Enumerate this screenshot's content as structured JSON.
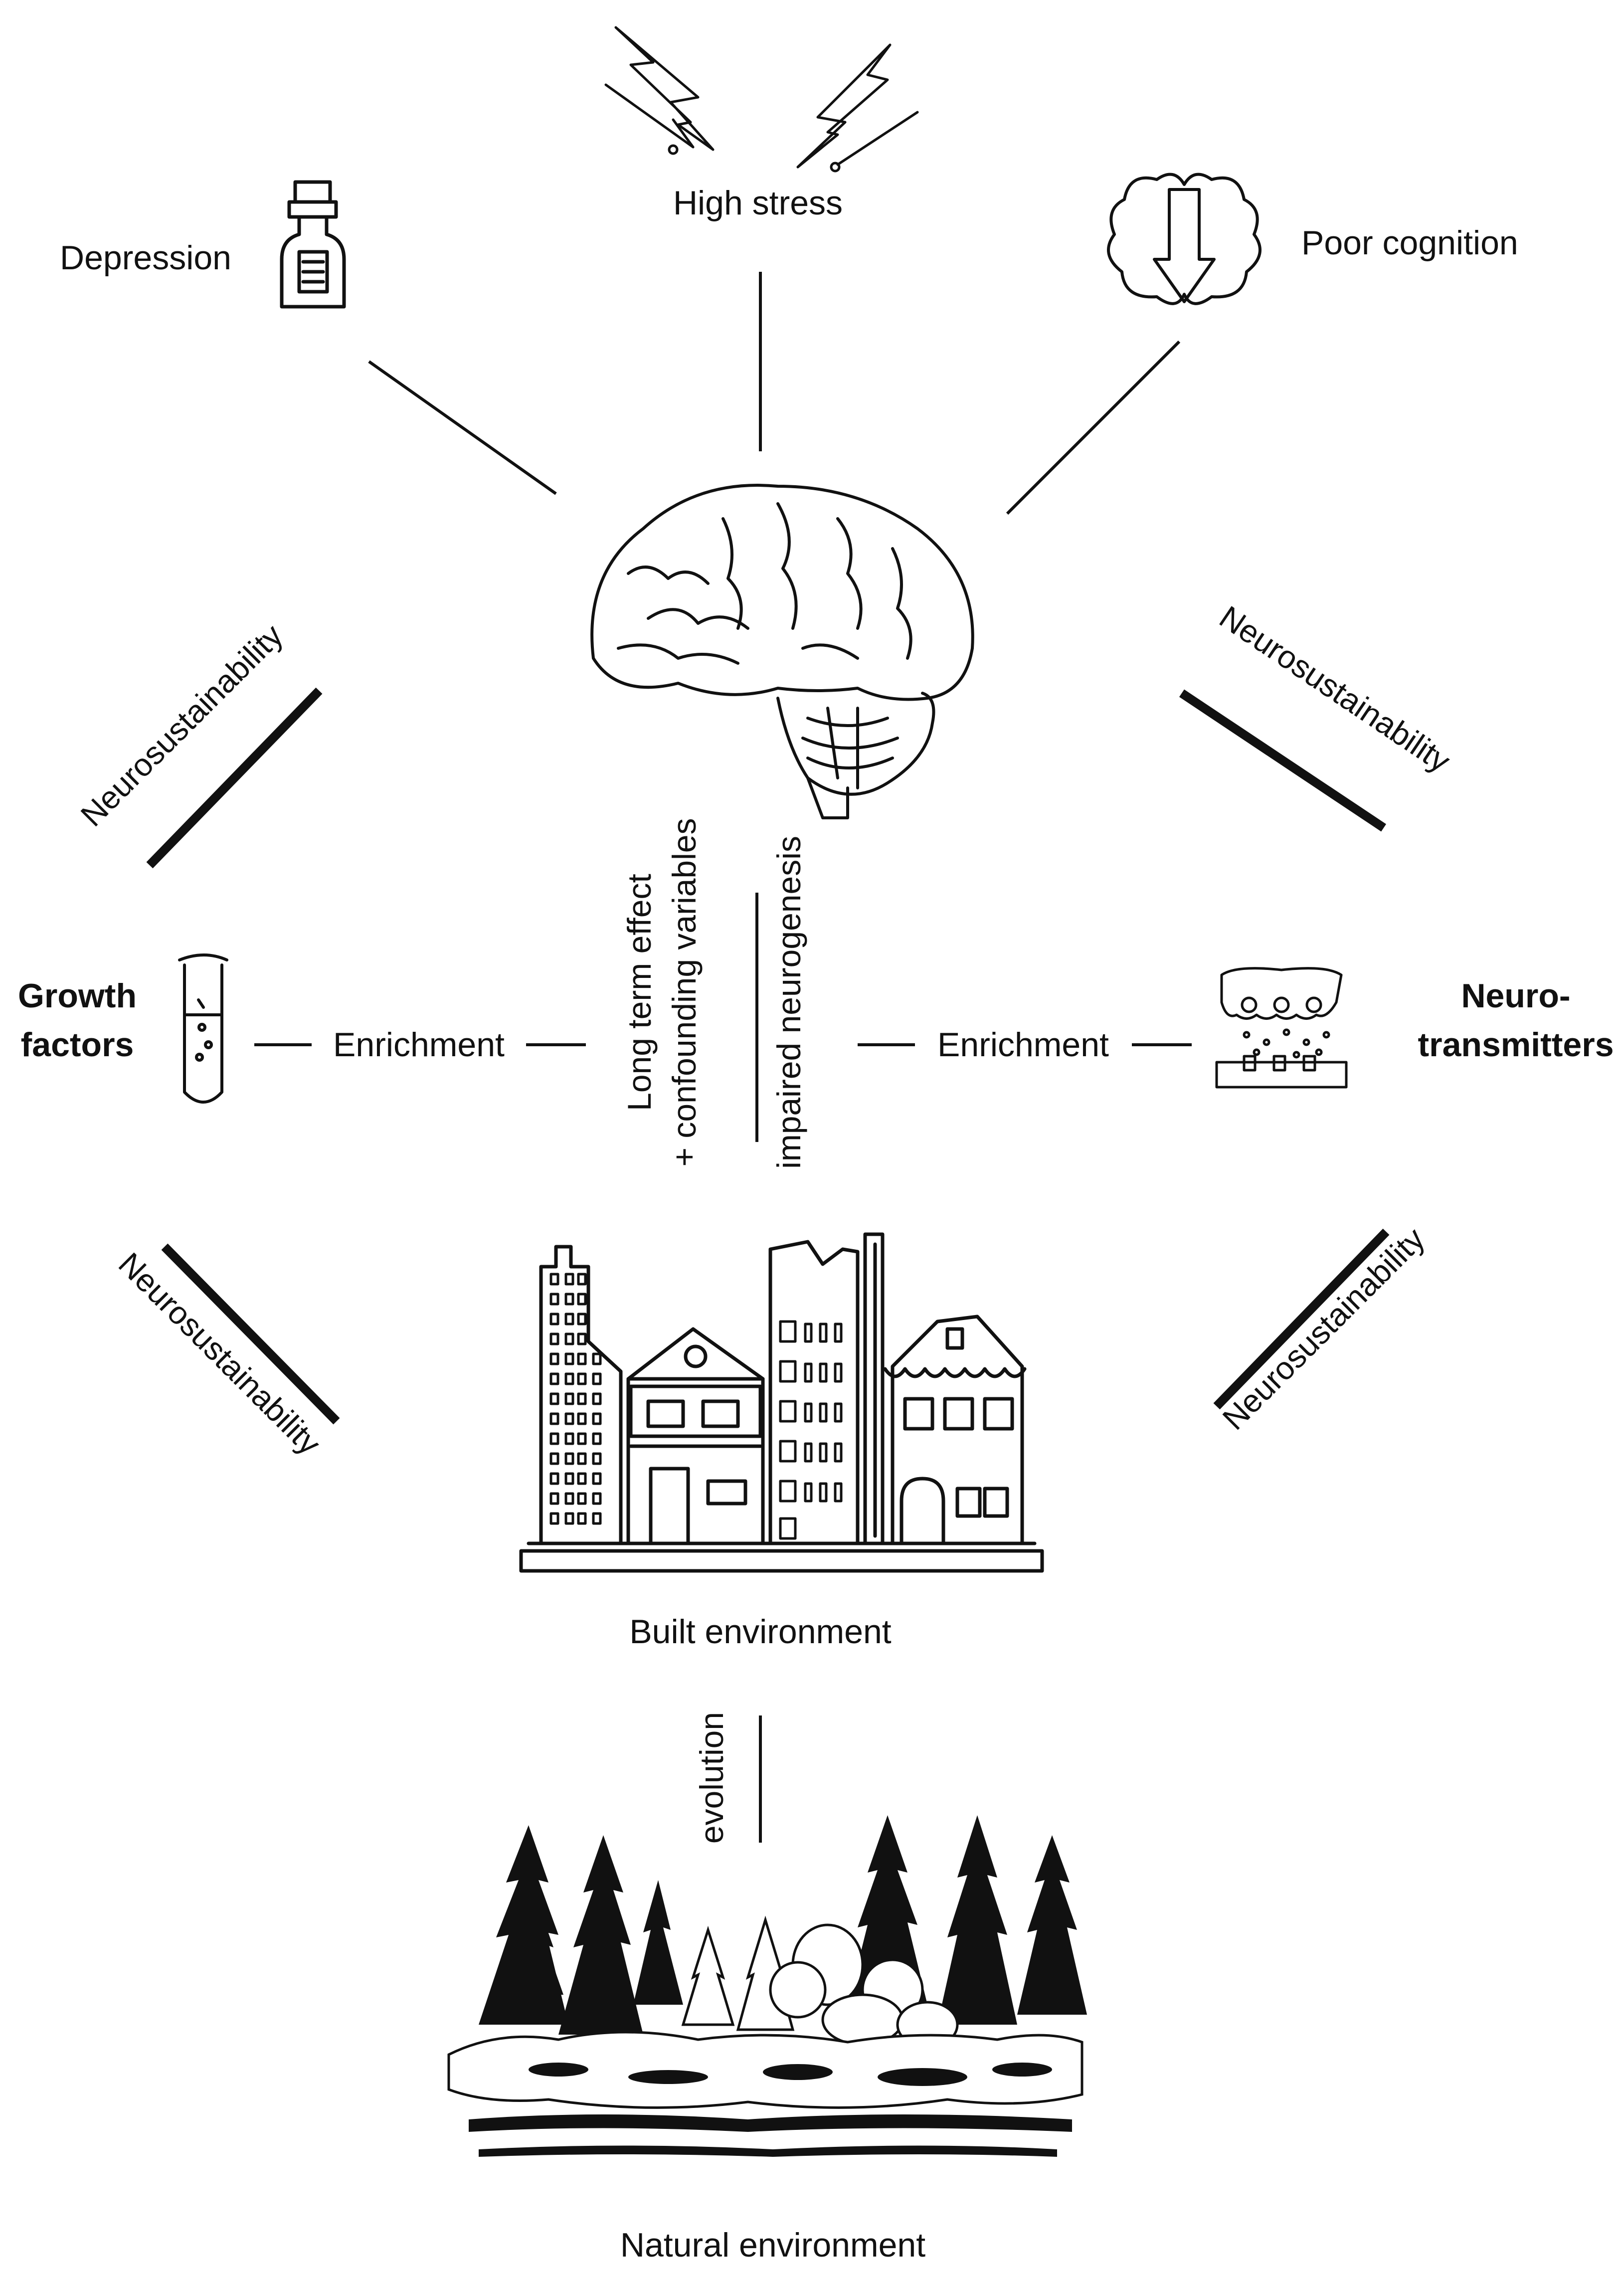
{
  "nodes": {
    "high_stress": "High stress",
    "depression": "Depression",
    "poor_cognition": "Poor cognition",
    "growth_factors": [
      "Growth",
      "factors"
    ],
    "neurotransmitters": [
      "Neuro-",
      "transmitters"
    ],
    "built_environment": "Built environment",
    "natural_environment": "Natural environment"
  },
  "edges": {
    "enrichment_left": "Enrichment",
    "enrichment_right": "Enrichment",
    "long_term": [
      "Long term effect",
      "+ confounding variables"
    ],
    "impaired": "impaired neurogenesis",
    "evolution": "evolution",
    "neuro_upper_left": "Neurosustainability",
    "neuro_upper_right": "Neurosustainability",
    "neuro_lower_left": "Neurosustainability",
    "neuro_lower_right": "Neurosustainability"
  },
  "icons": {
    "top": "lightning-icon",
    "depression": "medicine-bottle-icon",
    "cognition": "brain-down-arrow-icon",
    "center": "brain-icon",
    "growth": "test-tube-icon",
    "neuro": "synapse-icon",
    "built": "city-buildings-icon",
    "natural": "forest-landscape-icon"
  }
}
